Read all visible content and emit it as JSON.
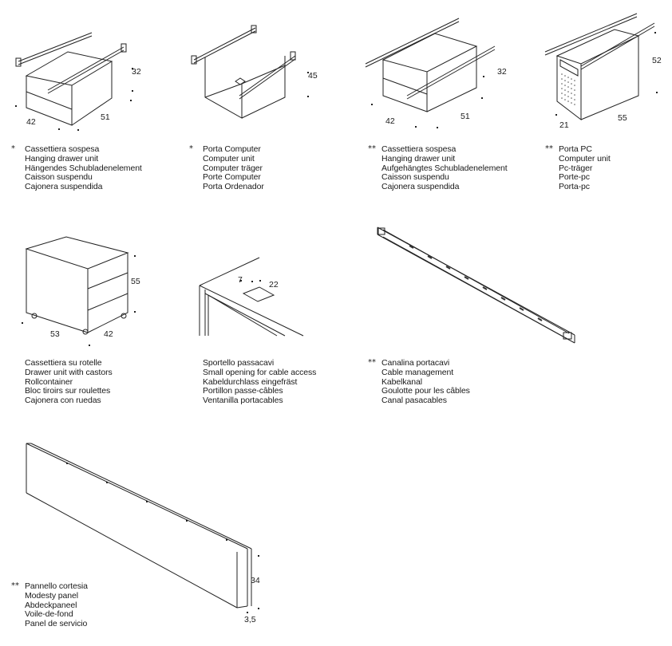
{
  "products": [
    {
      "id": "hanging-drawer-1",
      "marker": "*",
      "captions": [
        "Cassettiera sospesa",
        "Hanging drawer unit",
        "Hängendes Schubladenelement",
        "Caisson suspendu",
        "Cajonera suspendida"
      ],
      "dimensions": {
        "height": "32",
        "depth": "42",
        "width": "51"
      }
    },
    {
      "id": "computer-holder",
      "marker": "*",
      "captions": [
        "Porta Computer",
        "Computer unit",
        "Computer träger",
        "Porte Computer",
        "Porta Ordenador"
      ],
      "dimensions": {
        "height": "45"
      }
    },
    {
      "id": "hanging-drawer-2",
      "marker": "**",
      "captions": [
        "Cassettiera sospesa",
        "Hanging drawer unit",
        "Aufgehängtes Schubladenelement",
        "Caisson suspendu",
        "Cajonera suspendida"
      ],
      "dimensions": {
        "height": "32",
        "depth": "42",
        "width": "51"
      }
    },
    {
      "id": "pc-holder",
      "marker": "**",
      "captions": [
        "Porta PC",
        "Computer unit",
        "Pc-träger",
        "Porte-pc",
        "Porta-pc"
      ],
      "dimensions": {
        "height": "52",
        "depth": "21",
        "width": "55"
      }
    },
    {
      "id": "drawer-castors",
      "marker": "",
      "captions": [
        "Cassettiera su rotelle",
        "Drawer unit with castors",
        "Rollcontainer",
        "Bloc tiroirs sur roulettes",
        "Cajonera con ruedas"
      ],
      "dimensions": {
        "height": "55",
        "width": "53",
        "depth": "42"
      }
    },
    {
      "id": "cable-opening",
      "marker": "",
      "captions": [
        "Sportello passacavi",
        "Small opening for cable access",
        "Kabeldurchlass eingefräst",
        "Portillon passe-câbles",
        "Ventanilla portacables"
      ],
      "dimensions": {
        "depth": "7",
        "width": "22"
      }
    },
    {
      "id": "cable-tray",
      "marker": "**",
      "captions": [
        "Canalina portacavi",
        "Cable management",
        "Kabelkanal",
        "Goulotte pour les câbles",
        "Canal pasacables"
      ],
      "dimensions": {}
    },
    {
      "id": "modesty-panel",
      "marker": "**",
      "captions": [
        "Pannello cortesia",
        "Modesty panel",
        "Abdeckpaneel",
        "Voile-de-fond",
        "Panel de servicio"
      ],
      "dimensions": {
        "height": "34",
        "thickness": "3,5"
      }
    }
  ]
}
